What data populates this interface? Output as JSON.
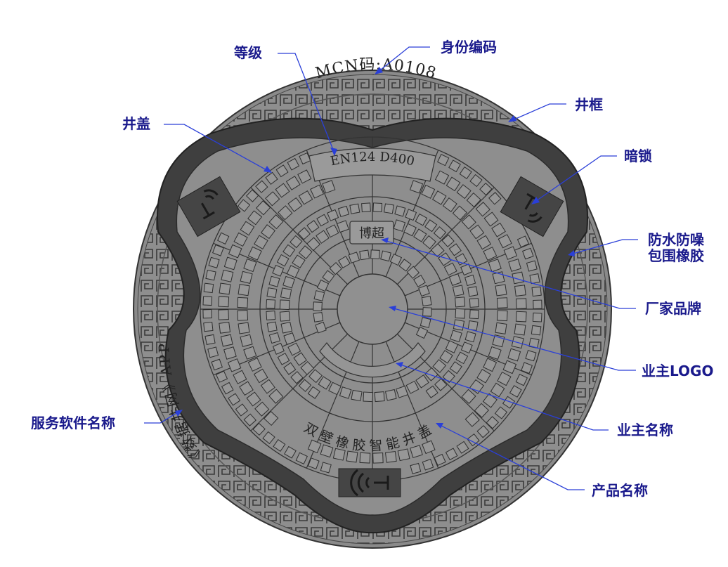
{
  "labels": {
    "grade": "等级",
    "id_code": "身份编码",
    "frame": "井框",
    "cover": "井盖",
    "hidden_lock": "暗锁",
    "gasket_line1": "防水防噪",
    "gasket_line2": "包围橡胶",
    "manufacturer_brand": "厂家品牌",
    "owner_logo": "业主LOGO",
    "owner_name": "业主名称",
    "product_name": "产品名称",
    "service_software": "服务软件名称"
  },
  "engravings": {
    "mcn_code": "MCN码:A0108",
    "grade_text": "EN124   D400",
    "brand": "博超",
    "product": "双壁橡胶智能井盖",
    "app": "《数据井网》APP"
  },
  "colors": {
    "label": "#1a1a8c",
    "leader": "#2a3fd8",
    "iron": "#8c8c8c",
    "rubber": "#3f3f3f"
  }
}
